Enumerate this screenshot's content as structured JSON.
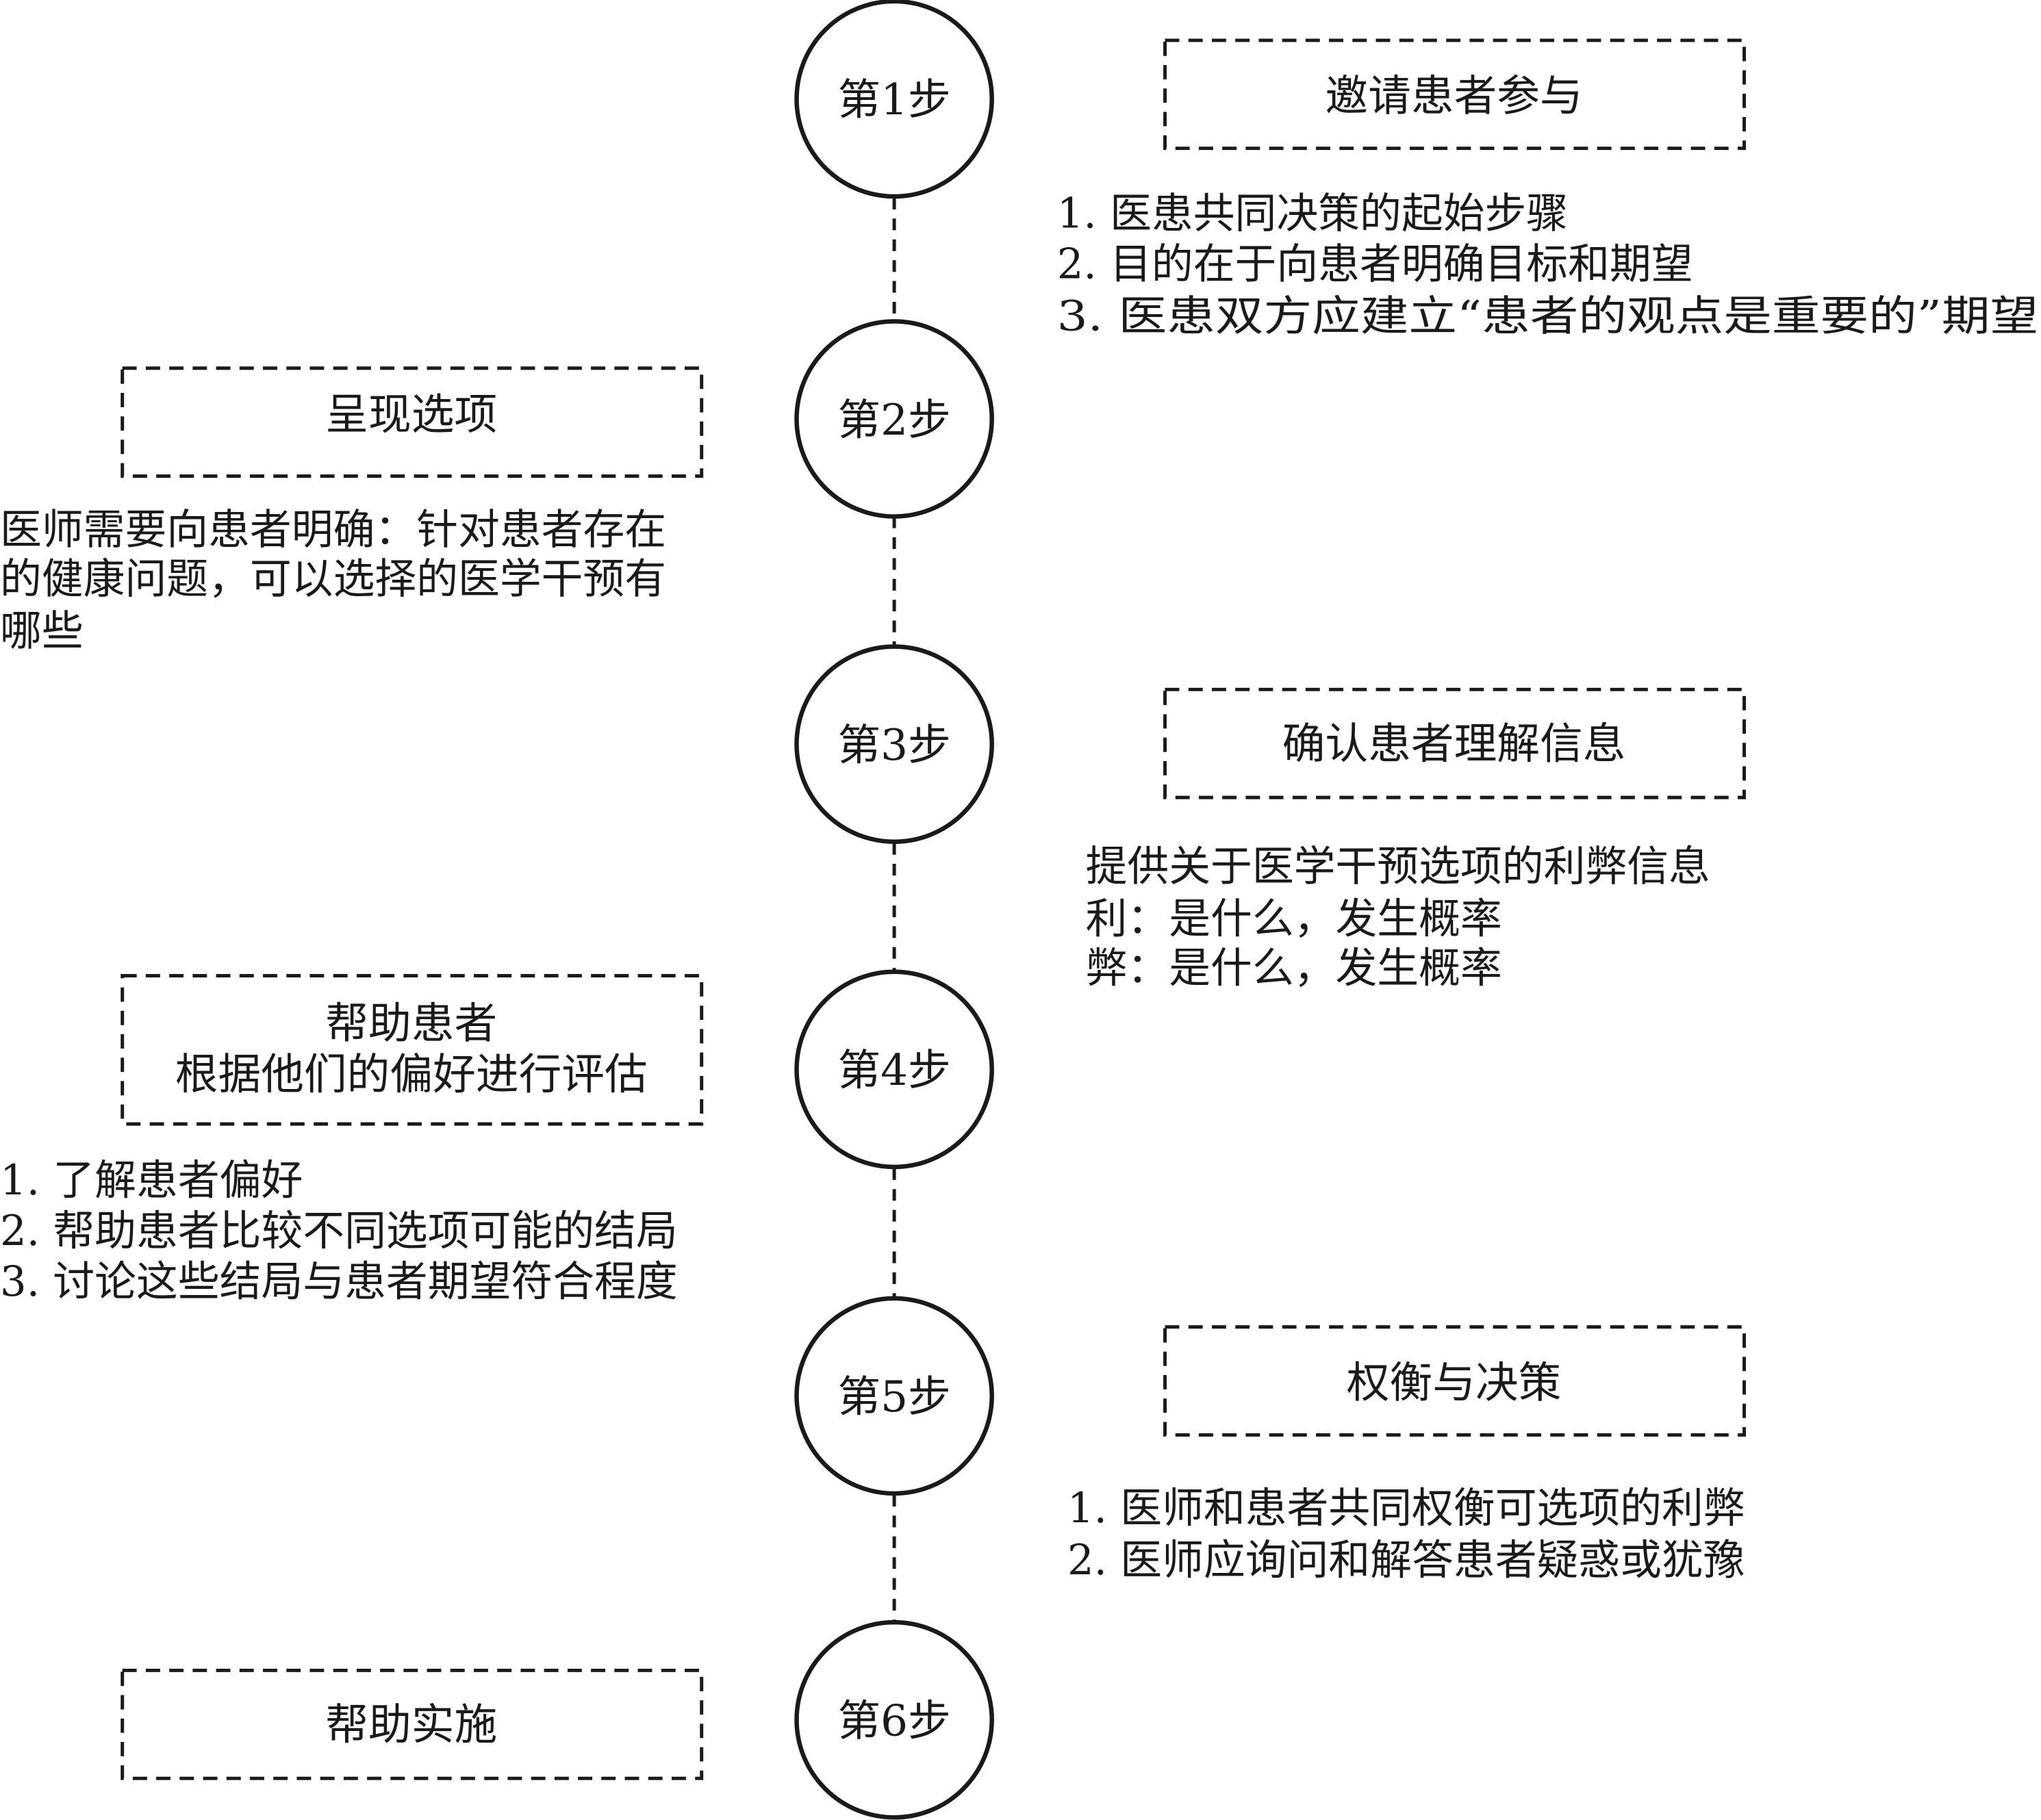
{
  "steps": [
    {
      "label": "第1步",
      "box_title": [
        "邀请患者参与"
      ],
      "description": [
        "1. 医患共同决策的起始步骤",
        "2. 目的在于向患者明确目标和期望",
        "3. 医患双方应建立“患者的观点是重要的”期望"
      ]
    },
    {
      "label": "第2步",
      "box_title": [
        "呈现选项"
      ],
      "description": [
        "医师需要向患者明确：针对患者存在",
        "的健康问题，可以选择的医学干预有",
        "哪些"
      ]
    },
    {
      "label": "第3步",
      "box_title": [
        "确认患者理解信息"
      ],
      "description": [
        "提供关于医学干预选项的利弊信息",
        "利：是什么，发生概率",
        "弊：是什么，发生概率"
      ]
    },
    {
      "label": "第4步",
      "box_title": [
        "帮助患者",
        "根据他们的偏好进行评估"
      ],
      "description": [
        "1. 了解患者偏好",
        "2. 帮助患者比较不同选项可能的结局",
        "3. 讨论这些结局与患者期望符合程度"
      ]
    },
    {
      "label": "第5步",
      "box_title": [
        "权衡与决策"
      ],
      "description": [
        "1. 医师和患者共同权衡可选项的利弊",
        "2. 医师应询问和解答患者疑惑或犹豫"
      ]
    },
    {
      "label": "第6步",
      "box_title": [
        "帮助实施"
      ],
      "description": []
    }
  ]
}
